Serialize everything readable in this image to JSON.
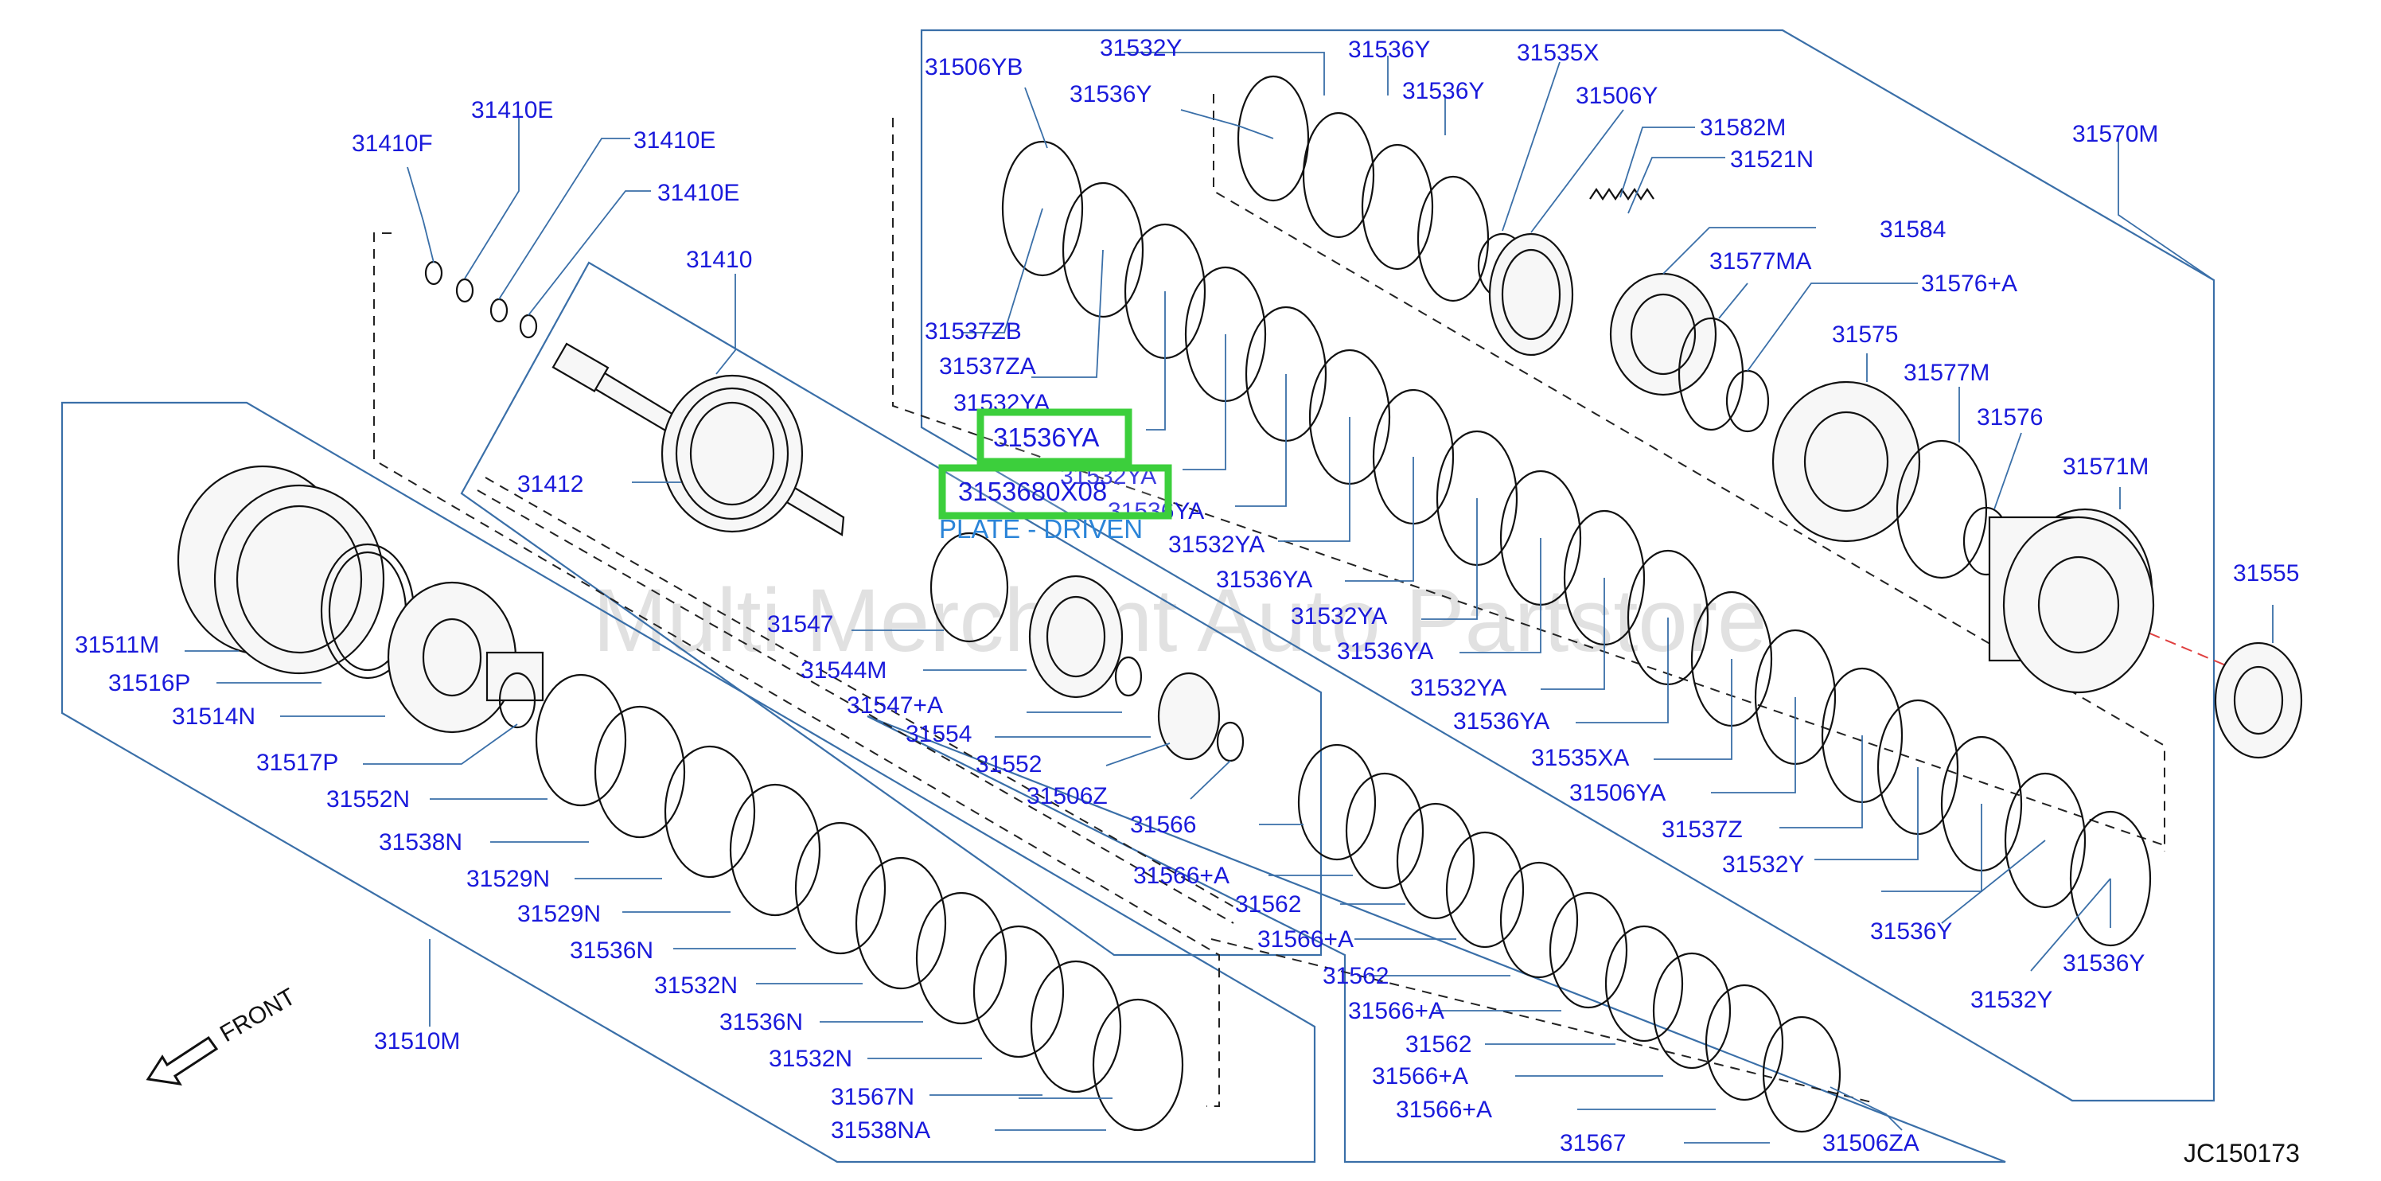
{
  "diagram_code": "JC150173",
  "watermark": "Multi Merchant Auto Partstore",
  "front_label": "FRONT",
  "highlight": {
    "part_label": "31536YA",
    "part_number": "3153680X08",
    "description": "PLATE - DRIVEN",
    "accent": "#3ccf3c"
  },
  "colors": {
    "label": "#1a1adb",
    "leader": "#3a6fa8",
    "description": "#2a84d8"
  },
  "labels": {
    "l31410F": "31410F",
    "l31410E_a": "31410E",
    "l31410E_b": "31410E",
    "l31410E_c": "31410E",
    "l31410": "31410",
    "l31412": "31412",
    "l31511M": "31511M",
    "l31516P": "31516P",
    "l31514N": "31514N",
    "l31517P": "31517P",
    "l31552N": "31552N",
    "l31538N": "31538N",
    "l31529N_a": "31529N",
    "l31529N_b": "31529N",
    "l31536N_a": "31536N",
    "l31532N_a": "31532N",
    "l31536N_b": "31536N",
    "l31532N_b": "31532N",
    "l31567N": "31567N",
    "l31538NA": "31538NA",
    "l31510M": "31510M",
    "l31547": "31547",
    "l31544M": "31544M",
    "l31547A": "31547+A",
    "l31554": "31554",
    "l31552": "31552",
    "l31506Z": "31506Z",
    "l31566": "31566",
    "l31566A_1": "31566+A",
    "l31562_1": "31562",
    "l31566A_2": "31566+A",
    "l31562_2": "31562",
    "l31566A_3": "31566+A",
    "l31562_3": "31562",
    "l31566A_4": "31566+A",
    "l31566A_5": "31566+A",
    "l31567": "31567",
    "l31506ZA": "31506ZA",
    "l31506YB": "31506YB",
    "l31532Y_top": "31532Y",
    "l31536Y_t1": "31536Y",
    "l31536Y_t2": "31536Y",
    "l31536Y_t3": "31536Y",
    "l31535X": "31535X",
    "l31506Y": "31506Y",
    "l31582M": "31582M",
    "l31521N": "31521N",
    "l31570M": "31570M",
    "l31584": "31584",
    "l31577MA": "31577MA",
    "l31576A": "31576+A",
    "l31575": "31575",
    "l31577M": "31577M",
    "l31576": "31576",
    "l31571M": "31571M",
    "l31555": "31555",
    "l31537ZB": "31537ZB",
    "l31537ZA": "31537ZA",
    "l31532YA_1": "31532YA",
    "l31532YA_2": "31532YA",
    "l31536YA_2": "31536YA",
    "l31532YA_3": "31532YA",
    "l31536YA_3": "31536YA",
    "l31532YA_4": "31532YA",
    "l31536YA_4": "31536YA",
    "l31532YA_5": "31532YA",
    "l31536YA_5": "31536YA",
    "l31535XA": "31535XA",
    "l31506YA": "31506YA",
    "l31537Z": "31537Z",
    "l31532Y_b1": "31532Y",
    "l31536Y_b1": "31536Y",
    "l31536Y_b2": "31536Y",
    "l31532Y_b2": "31532Y"
  }
}
